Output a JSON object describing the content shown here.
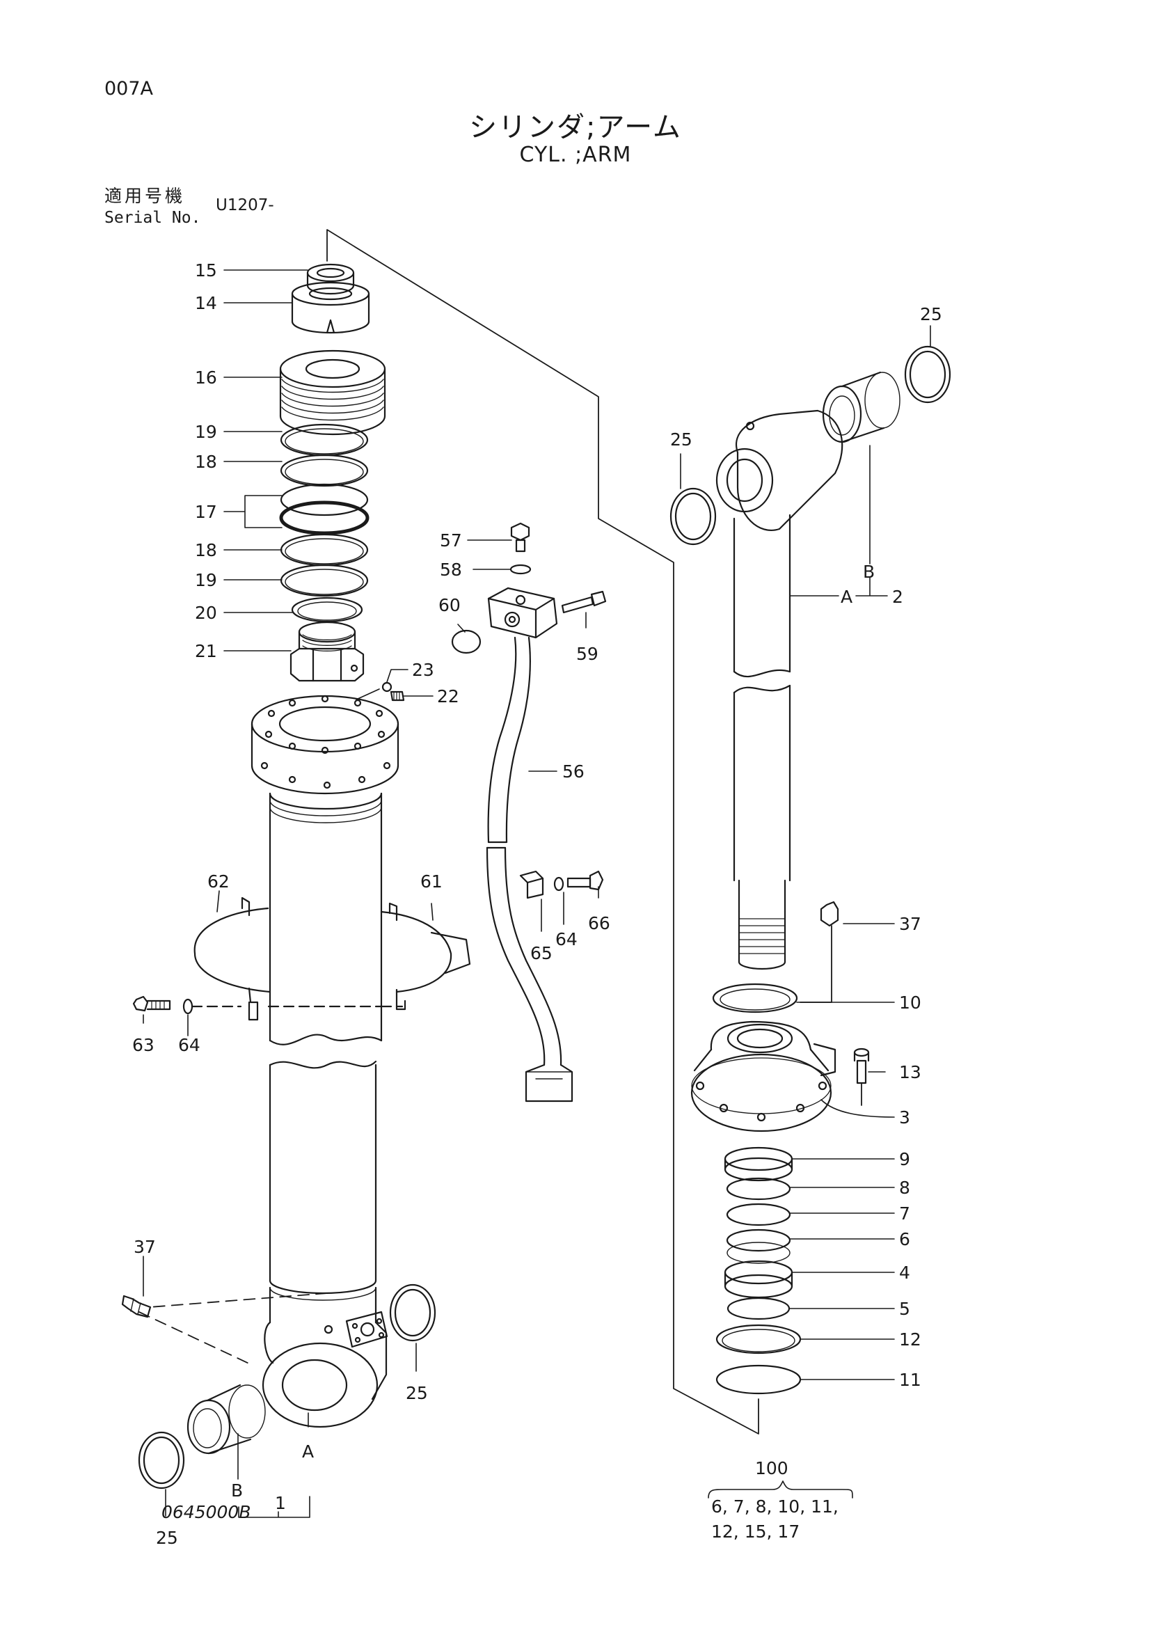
{
  "header": {
    "page_code": "007A",
    "title_jp": "シリンダ;アーム",
    "title_en": "CYL. ;ARM",
    "serial_label_jp": "適用号機",
    "serial_label_en": "Serial No.",
    "serial_value": "U1207-"
  },
  "footer": {
    "drawing_code": "0645000B"
  },
  "kit": {
    "number": "100",
    "line1": "6, 7, 8, 10, 11,",
    "line2": "12, 15, 17"
  },
  "callouts": {
    "n15": "15",
    "n14": "14",
    "n16": "16",
    "n19a": "19",
    "n18a": "18",
    "n17": "17",
    "n18b": "18",
    "n19b": "19",
    "n20": "20",
    "n21": "21",
    "n23": "23",
    "n22": "22",
    "n57": "57",
    "n58": "58",
    "n60": "60",
    "n59": "59",
    "n56": "56",
    "n62": "62",
    "n61": "61",
    "n66": "66",
    "n64a": "64",
    "n65": "65",
    "n63": "63",
    "n64b": "64",
    "n37a": "37",
    "n25a": "25",
    "n25b": "25",
    "n25c": "25",
    "n25d": "25",
    "nA1": "A",
    "nB1": "B",
    "n1": "1",
    "nA2": "A",
    "nB2": "B",
    "n2": "2",
    "n37b": "37",
    "n10": "10",
    "n13": "13",
    "n3": "3",
    "n9": "9",
    "n8": "8",
    "n7": "7",
    "n6": "6",
    "n4": "4",
    "n5": "5",
    "n12": "12",
    "n11": "11"
  }
}
